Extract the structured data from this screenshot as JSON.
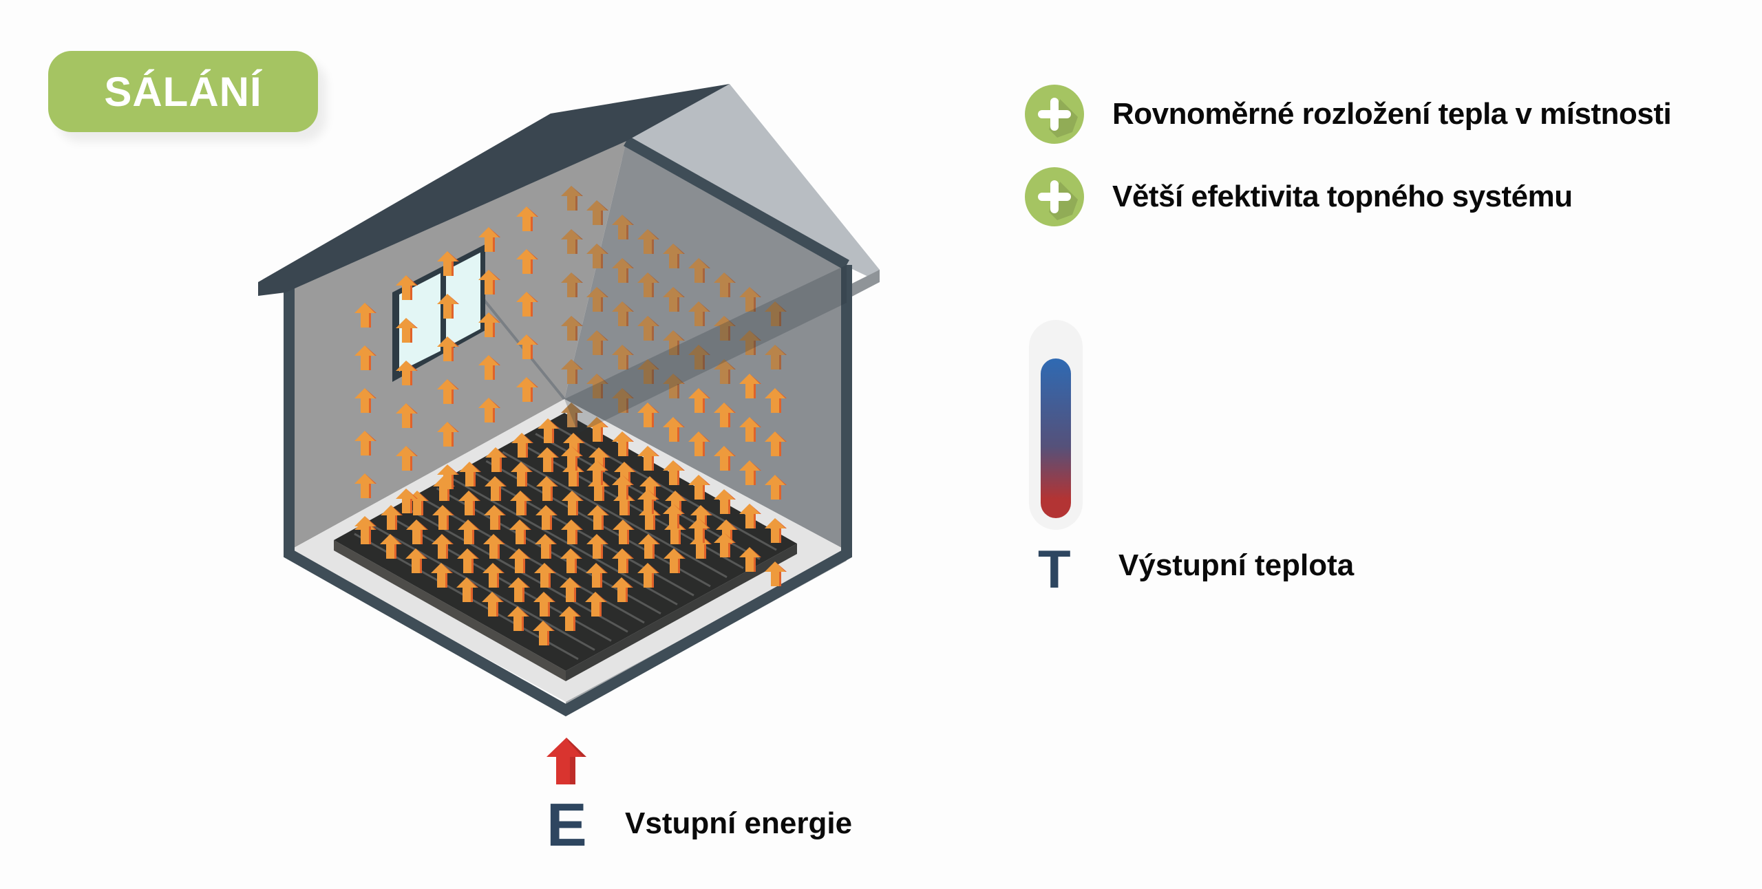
{
  "badge": {
    "label": "SÁLÁNÍ"
  },
  "benefits": [
    {
      "icon": "plus-circle-icon",
      "text": "Rovnoměrné rozložení tepla v místnosti"
    },
    {
      "icon": "plus-circle-icon",
      "text": "Větší efektivita topného systému"
    }
  ],
  "output": {
    "letter": "T",
    "label": "Výstupní teplota",
    "thermometer_gradient": [
      "#2f6ab3",
      "#55517a",
      "#b33434"
    ]
  },
  "input": {
    "letter": "E",
    "label": "Vstupní energie",
    "arrow_color": "#d9342f"
  },
  "illustration": {
    "subject": "house-cross-section-radiant-floor-heating",
    "arrow_color": "#ee9a3c",
    "accent_green": "#a5c462",
    "roof_color": "#3a4650"
  }
}
